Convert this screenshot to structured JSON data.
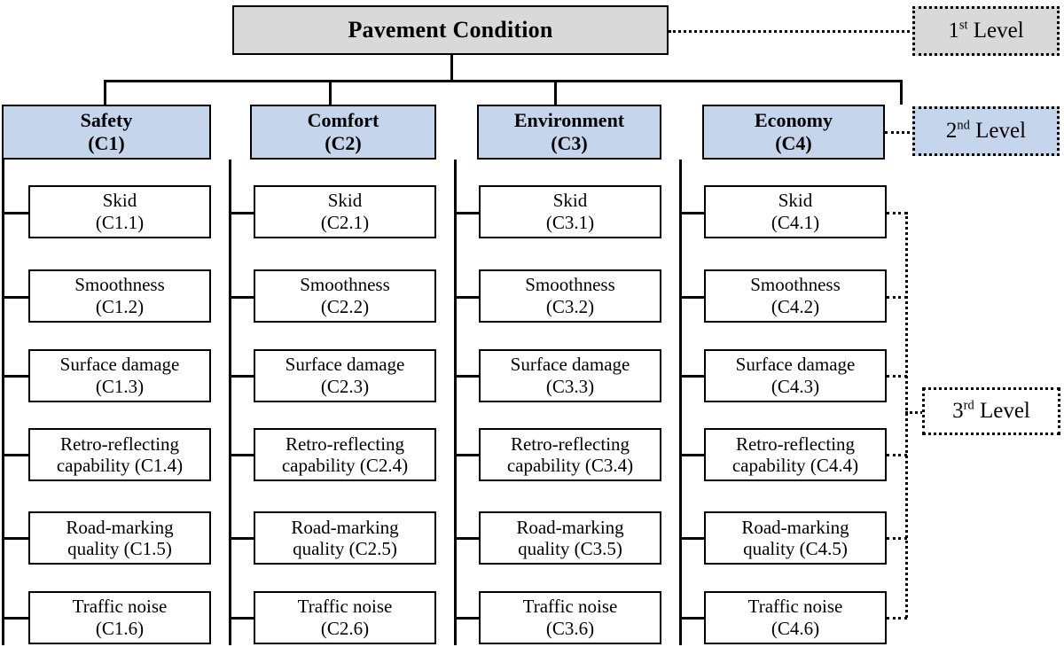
{
  "diagram": {
    "title": "Pavement Condition hierarchy",
    "root": {
      "label": "Pavement Condition"
    },
    "colors": {
      "root_fill": "#d9d9d9",
      "criteria_fill": "#c5d5ec",
      "leaf_fill": "#ffffff",
      "line": "#000000"
    },
    "level_tags": [
      {
        "name": "level-1-tag",
        "ordinal": "1",
        "suffix": "st",
        "text": " Level",
        "fill": "#d9d9d9"
      },
      {
        "name": "level-2-tag",
        "ordinal": "2",
        "suffix": "nd",
        "text": " Level",
        "fill": "#c5d5ec"
      },
      {
        "name": "level-3-tag",
        "ordinal": "3",
        "suffix": "rd",
        "text": " Level",
        "fill": "#ffffff"
      }
    ],
    "criteria": [
      {
        "name": "Safety",
        "code": "(C1)"
      },
      {
        "name": "Comfort",
        "code": "(C2)"
      },
      {
        "name": "Environment",
        "code": "(C3)"
      },
      {
        "name": "Economy",
        "code": "(C4)"
      }
    ],
    "sub_criteria": {
      "C1": [
        {
          "line1": "Skid",
          "line2": "(C1.1)"
        },
        {
          "line1": "Smoothness",
          "line2": "(C1.2)"
        },
        {
          "line1": "Surface damage",
          "line2": "(C1.3)"
        },
        {
          "line1": "Retro-reflecting",
          "line2": "capability (C1.4)"
        },
        {
          "line1": "Road-marking",
          "line2": "quality (C1.5)"
        },
        {
          "line1": "Traffic noise",
          "line2": "(C1.6)"
        }
      ],
      "C2": [
        {
          "line1": "Skid",
          "line2": "(C2.1)"
        },
        {
          "line1": "Smoothness",
          "line2": "(C2.2)"
        },
        {
          "line1": "Surface damage",
          "line2": "(C2.3)"
        },
        {
          "line1": "Retro-reflecting",
          "line2": "capability (C2.4)"
        },
        {
          "line1": "Road-marking",
          "line2": "quality (C2.5)"
        },
        {
          "line1": "Traffic noise",
          "line2": "(C2.6)"
        }
      ],
      "C3": [
        {
          "line1": "Skid",
          "line2": "(C3.1)"
        },
        {
          "line1": "Smoothness",
          "line2": "(C3.2)"
        },
        {
          "line1": "Surface damage",
          "line2": "(C3.3)"
        },
        {
          "line1": "Retro-reflecting",
          "line2": "capability (C3.4)"
        },
        {
          "line1": "Road-marking",
          "line2": "quality (C3.5)"
        },
        {
          "line1": "Traffic noise",
          "line2": "(C3.6)"
        }
      ],
      "C4": [
        {
          "line1": "Skid",
          "line2": "(C4.1)"
        },
        {
          "line1": "Smoothness",
          "line2": "(C4.2)"
        },
        {
          "line1": "Surface damage",
          "line2": "(C4.3)"
        },
        {
          "line1": "Retro-reflecting",
          "line2": "capability (C4.4)"
        },
        {
          "line1": "Road-marking",
          "line2": "quality (C4.5)"
        },
        {
          "line1": "Traffic noise",
          "line2": "(C4.6)"
        }
      ]
    }
  }
}
